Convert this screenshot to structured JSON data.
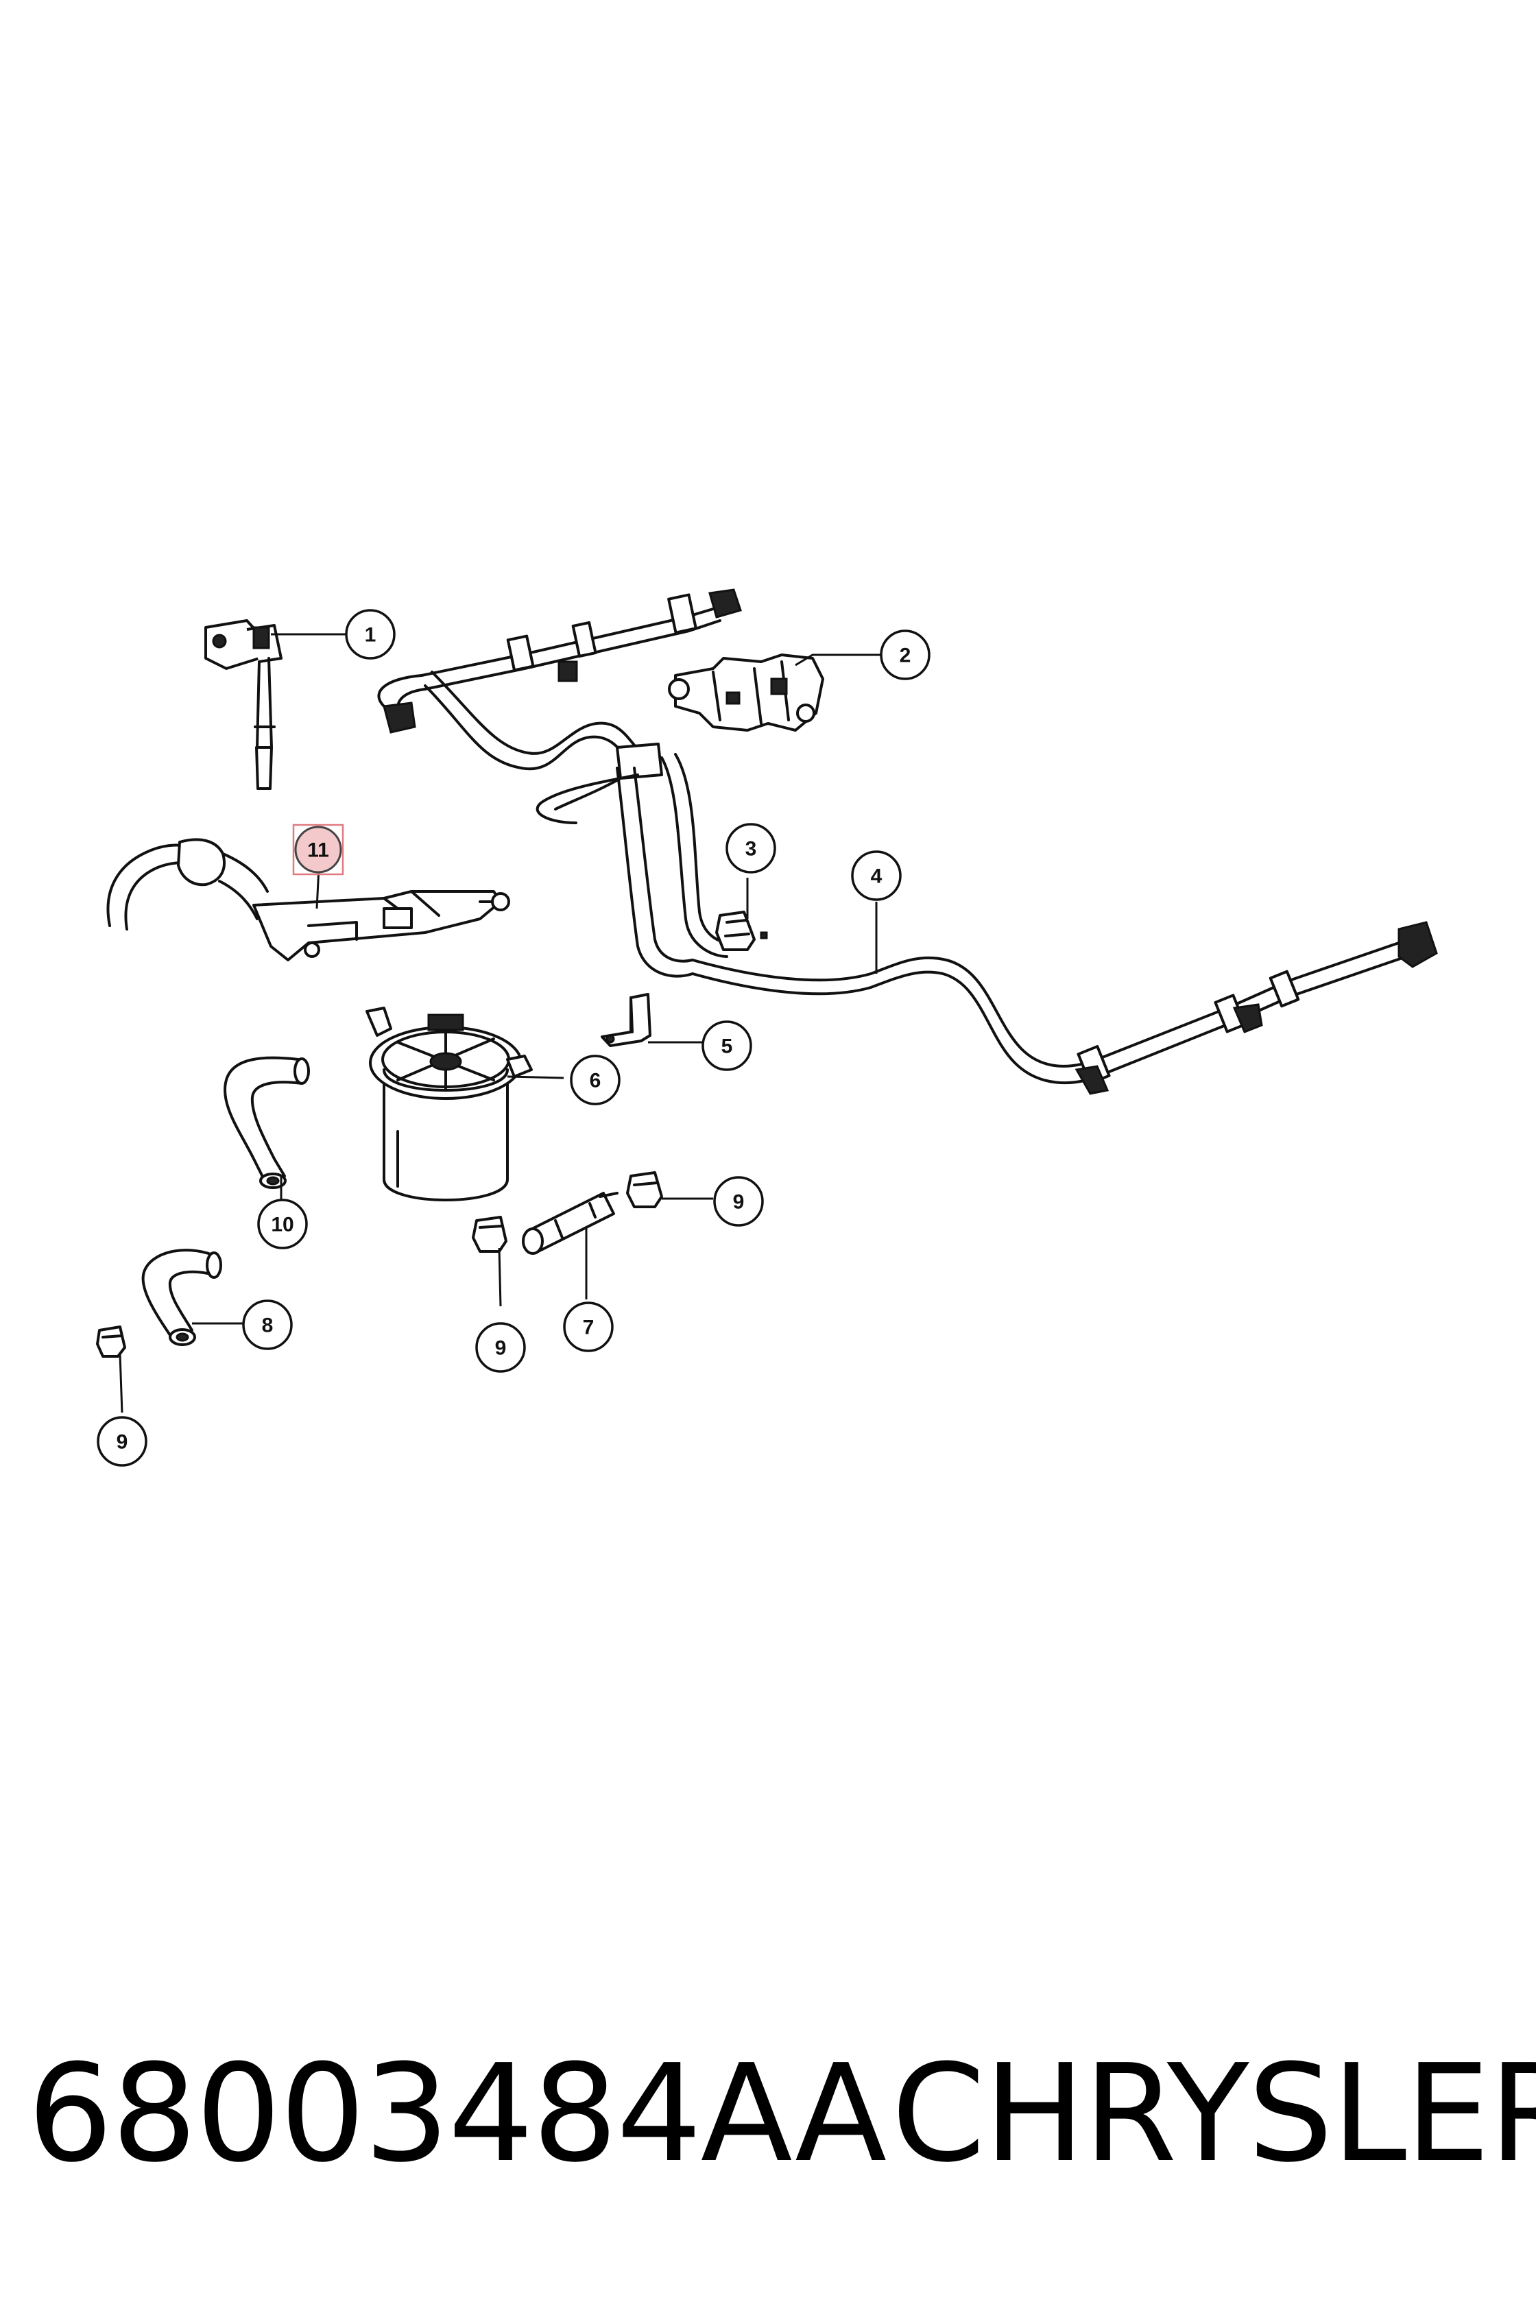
{
  "callouts": [
    {
      "id": "1",
      "label": "1"
    },
    {
      "id": "2",
      "label": "2"
    },
    {
      "id": "3",
      "label": "3"
    },
    {
      "id": "4",
      "label": "4"
    },
    {
      "id": "5",
      "label": "5"
    },
    {
      "id": "6",
      "label": "6"
    },
    {
      "id": "7",
      "label": "7"
    },
    {
      "id": "8",
      "label": "8"
    },
    {
      "id": "9a",
      "label": "9"
    },
    {
      "id": "9b",
      "label": "9"
    },
    {
      "id": "9c",
      "label": "9"
    },
    {
      "id": "10",
      "label": "10"
    },
    {
      "id": "11",
      "label": "11",
      "highlighted": true
    }
  ],
  "footer": {
    "part_number": "68003484AA",
    "brand": "CHRYSLER"
  },
  "colors": {
    "line": "#111111",
    "highlight_fill": "#f4c9cc",
    "highlight_border": "#e07a80"
  }
}
